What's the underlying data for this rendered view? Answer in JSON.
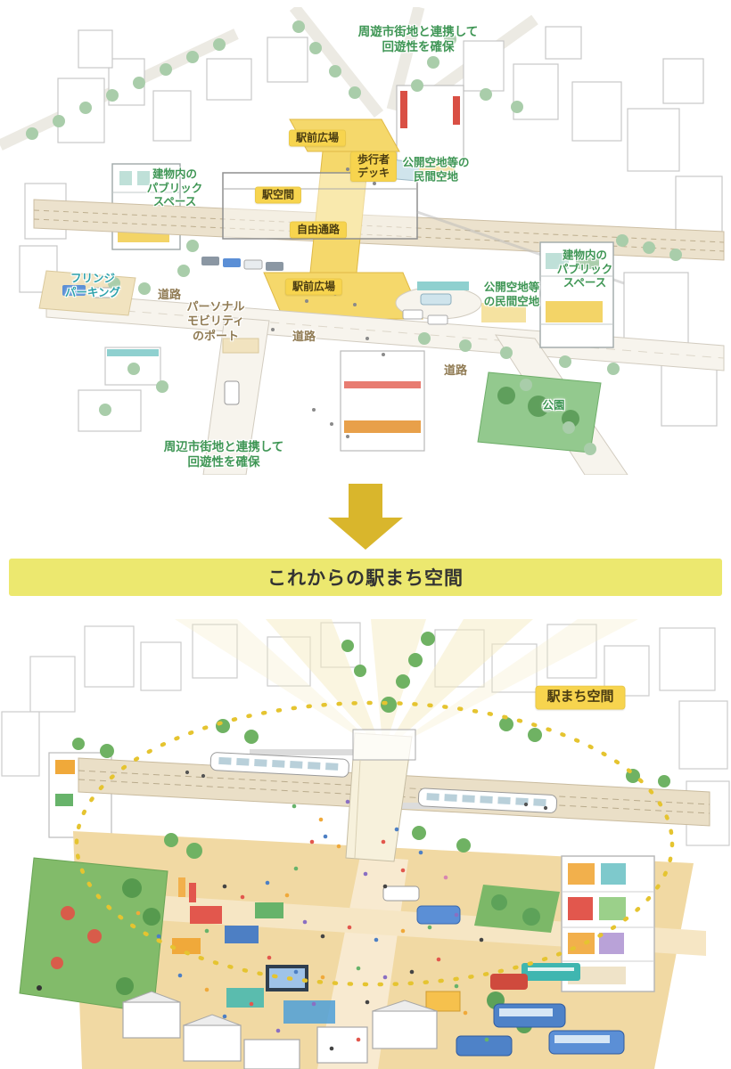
{
  "banner": {
    "title": "これからの駅まち空間"
  },
  "icons": {
    "transition_arrow": "down-arrow-icon"
  },
  "top_panel": {
    "labels": {
      "loop_top": "周遊市街地と連携して\n回遊性を確保",
      "plaza_upper": "駅前広場",
      "pedestrian_deck": "歩行者\nデッキ",
      "open_space_upper": "公開空地等の\n民間空地",
      "public_space_left": "建物内の\nパブリック\nスペース",
      "station_space": "駅空間",
      "free_passage": "自由通路",
      "fringe_parking": "フリンジ\nパーキング",
      "road_1": "道路",
      "personal_mobility": "パーソナル\nモビリティ\nのポート",
      "plaza_lower": "駅前広場",
      "road_2": "道路",
      "open_space_right": "公開空地等\nの民間空地",
      "public_space_right": "建物内の\nパブリック\nスペース",
      "road_3": "道路",
      "park": "公園",
      "loop_bottom": "周辺市街地と連携して\n回遊性を確保"
    }
  },
  "bottom_panel": {
    "labels": {
      "ekimachi_space": "駅まち空間"
    }
  },
  "colors": {
    "badge_yellow": "#f7d44e",
    "label_green": "#3f9655",
    "label_teal": "#2fa3ac",
    "label_brown": "#8f7a52",
    "banner_yellow": "#ece86f",
    "arrow_gold": "#d9b62c",
    "boundary_dash": "#e5c430"
  }
}
